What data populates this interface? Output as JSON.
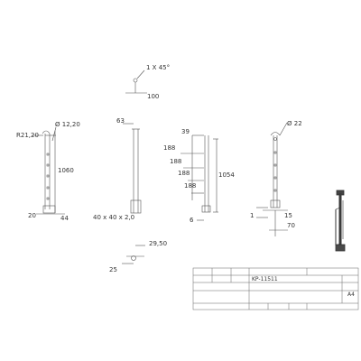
{
  "dims": {
    "chamfer": "1 X 45°",
    "d100": "100",
    "r21": "R21,20",
    "dia12": "Ø 12,20",
    "h1060": "1060",
    "d20": "20",
    "d44": "44",
    "d63": "63",
    "section": "40 x 40 x 2,0",
    "d39": "39",
    "s188a": "188",
    "s188b": "188",
    "s188c": "188",
    "s188d": "188",
    "h1054": "1054",
    "d6": "6",
    "dia22": "Ø 22",
    "d1": "1",
    "d15": "15",
    "d70": "70",
    "d2950": "29,50",
    "d25": "25"
  },
  "titleblock": {
    "c1": "",
    "c2": "",
    "c3": "",
    "c4": "",
    "c5": "",
    "c6": "",
    "c7": "",
    "c8": "",
    "c9": "",
    "c10": "",
    "c11": "",
    "number": "KP-11511",
    "format": "A4"
  }
}
